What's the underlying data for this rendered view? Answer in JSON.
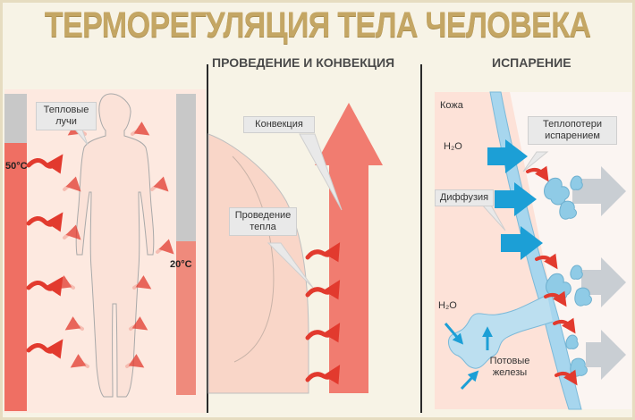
{
  "title": "ТЕРМОРЕГУЛЯЦИЯ ТЕЛА ЧЕЛОВЕКА",
  "sections": {
    "conduction_convection": "ПРОВЕДЕНИЕ И КОНВЕКЦИЯ",
    "evaporation": "ИСПАРЕНИЕ"
  },
  "radiation": {
    "label": "Тепловые лучи",
    "temp_hot": "50°C",
    "temp_cool": "20°C"
  },
  "convection": {
    "convection_label": "Конвекция",
    "conduction_label": "Проведение тепла"
  },
  "evaporation": {
    "skin_label": "Кожа",
    "h2o_top": "H₂O",
    "h2o_bottom": "H₂O",
    "diffusion_label": "Диффузия",
    "heat_loss_label": "Теплопотери испарением",
    "sweat_glands_label": "Потовые железы"
  },
  "colors": {
    "hot_bar": "#ef6f63",
    "heat_arrow": "#e23a2e",
    "skin": "#f9d9cc",
    "diffusion_arrow": "#1c9fd6",
    "vapor": "#8fcbe6"
  }
}
